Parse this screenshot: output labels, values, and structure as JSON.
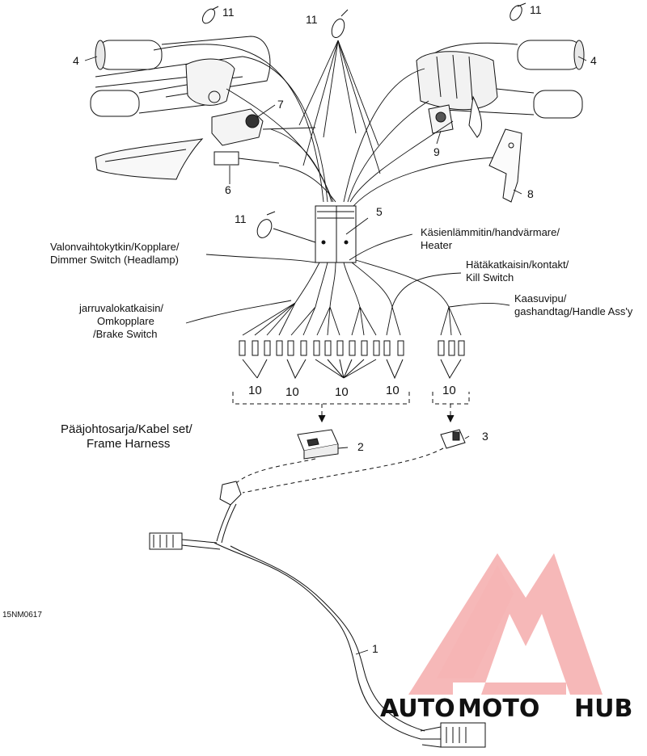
{
  "callouts": {
    "n1": "1",
    "n2": "2",
    "n3": "3",
    "n4": "4",
    "n5": "5",
    "n6": "6",
    "n7": "7",
    "n8": "8",
    "n9": "9",
    "n10": "10",
    "n11": "11"
  },
  "labels": {
    "dimmer": [
      "Valonvaihtokytkin/Kopplare/",
      "Dimmer Switch (Headlamp)"
    ],
    "heater": [
      "Käsienlämmitin/handvärmare/",
      "Heater"
    ],
    "kill": [
      "Hätäkatkaisin/kontakt/",
      "Kill Switch"
    ],
    "handle": [
      "Kaasuvipu/",
      "gashandtag/Handle Ass'y"
    ],
    "brake": [
      "jarruvalokatkaisin/",
      "Omkopplare",
      "/Brake Switch"
    ],
    "frame": [
      "Pääjohtosarja/Kabel set/",
      "Frame Harness"
    ]
  },
  "figure_code": "15NM0617",
  "watermark": {
    "part1": "AUTO",
    "part2": "MOTO",
    "part3": "HUB",
    "color_main": "#f08a8a",
    "color_accent": "#e8743b",
    "color_dark": "#3a3a3a"
  }
}
